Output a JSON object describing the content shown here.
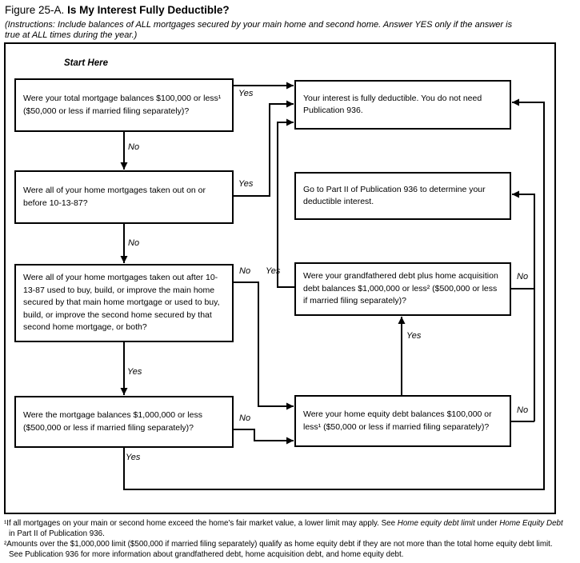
{
  "title": {
    "prefix": "Figure 25-A.",
    "main": "Is My Interest Fully Deductible?"
  },
  "instructions": "(Instructions: Include balances of ALL mortgages secured by your main home and second home. Answer YES only if the answer is true at ALL times during the year.)",
  "labels": {
    "start": "Start Here",
    "b1_yes": "Yes",
    "b1_no": "No",
    "b2_yes": "Yes",
    "b2_no": "No",
    "b3_no": "No",
    "b3_yes": "Yes",
    "b4_no": "No",
    "b4_yes": "Yes",
    "b5_yes": "Yes",
    "b5_no": "No",
    "b6_yes": "Yes",
    "b6_no": "No"
  },
  "nodes": {
    "q_total_balance": "Were your total mortgage balances $100,000 or less¹ ($50,000 or less if married filing separately)?",
    "result_fully_deductible": "Your interest is fully deductible. You do not need Publication 936.",
    "q_before_101387": "Were all of your home mortgages taken out on or before 10-13-87?",
    "result_go_part2": "Go to Part II of Publication 936 to determine your deductible interest.",
    "q_after_101387_use": "Were all of your home mortgages taken out after 10-13-87 used to buy, build, or improve the main home secured by that main home mortgage or used to buy, build, or improve the second home secured by that second home mortgage, or both?",
    "q_grandfathered_acquisition": "Were your grandfathered debt plus home acquisition debt balances $1,000,000 or less² ($500,000 or less if married filing separately)?",
    "q_mortgage_1m": "Were the mortgage balances $1,000,000 or less ($500,000 or less if married filing separately)?",
    "q_home_equity": "Were your home equity debt balances $100,000 or less¹ ($50,000 or less if married filing separately)?"
  },
  "footnotes": {
    "fn1": {
      "p1": "¹If all mortgages on your main or second home exceed the home's fair market value, a lower limit may apply. See ",
      "i1": "Home equity debt limit",
      "p2": " under ",
      "i2": "Home Equity Debt",
      "p3": " in Part II of Publication 936."
    },
    "fn2": "²Amounts over the $1,000,000 limit ($500,000 if married filing separately) qualify as home equity debt if they are not more than the total home equity debt limit. See Publication 936 for more information about grandfathered debt, home acquisition debt, and home equity debt."
  },
  "colors": {
    "ink": "#000000",
    "background": "#ffffff"
  }
}
